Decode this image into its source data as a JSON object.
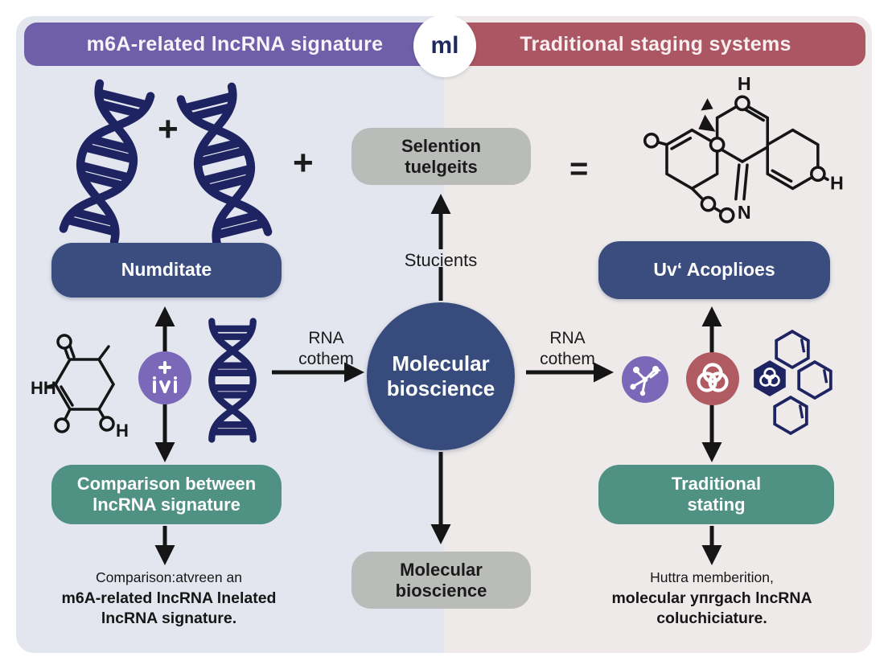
{
  "header": {
    "left": "m6A-related lncRNA signature",
    "right": "Traditional staging systems",
    "badge": "ml"
  },
  "left_panel": {
    "plus_top": "+",
    "plus_right": "+",
    "node1": "Numditate",
    "node2_line1": "Comparison between",
    "node2_line2": "lncRNA signature",
    "caption_line1": "Comparison:atvreen an",
    "caption_line2": "m6A-related lncRNA lnelated",
    "caption_line3": "lncRNA signature."
  },
  "center": {
    "top_box_line1": "Selention",
    "top_box_line2": "tuelgeits",
    "equals": "=",
    "arrow_label": "Stucients",
    "rna_left_line1": "RNA",
    "rna_left_line2": "cothem",
    "rna_right_line1": "RNA",
    "rna_right_line2": "cothem",
    "hub_line1": "Molecular",
    "hub_line2": "bioscience",
    "bottom_box_line1": "Molecular",
    "bottom_box_line2": "bioscience"
  },
  "right_panel": {
    "node1": "Uvʻ Acoplioes",
    "node2_line1": "Traditional",
    "node2_line2": "stating",
    "caption_line1": "Huttra memberition,",
    "caption_line2": "molecular yпrgach lncRNA",
    "caption_line3": "coluchiciature."
  },
  "molecules": {
    "left": {
      "hh": "HH",
      "h": "H"
    },
    "right": {
      "h_top": "H",
      "h_right": "H",
      "n": "N"
    }
  },
  "colors": {
    "purple_header": "#6e5fa8",
    "red_header": "#ab5662",
    "navy_node": "#3a4d7e",
    "hub_navy": "#374b7c",
    "green_node": "#4f9183",
    "gray_node": "#b9bcb8",
    "purple_icon": "#7b68b8",
    "red_icon": "#b05a62",
    "dna_navy": "#1e2361",
    "left_bg": "#e3e6ef",
    "right_bg": "#edeae9"
  }
}
